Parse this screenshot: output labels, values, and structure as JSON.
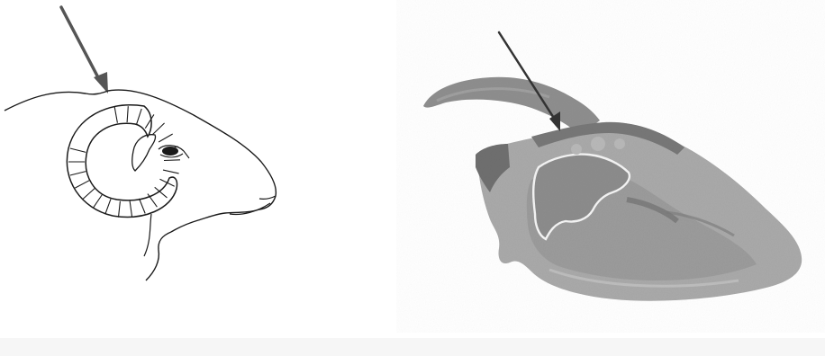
{
  "figure": {
    "panels": [
      {
        "name": "ram-head-line-drawing",
        "depicts": "ram-head"
      },
      {
        "name": "sagittal-section-photo",
        "depicts": "head-section"
      }
    ],
    "arrows": 2,
    "colors": {
      "ink": "#1a1a1a",
      "arrow": "#555555",
      "section-light": "#a9a9a9",
      "section-mid": "#8a8a8a",
      "section-dark": "#6a6a6a",
      "sinus-outline": "#f2f2f2"
    }
  }
}
